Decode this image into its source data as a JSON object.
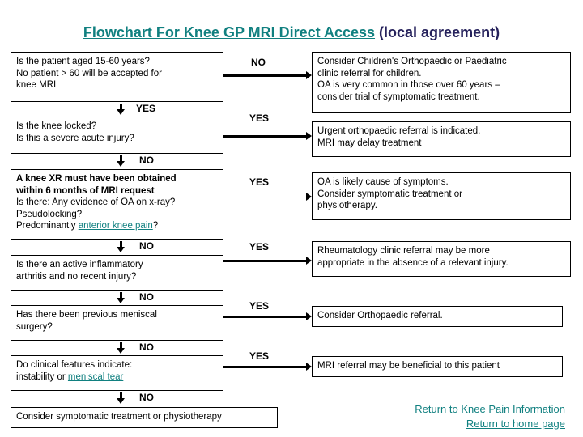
{
  "title": {
    "link_text": "Flowchart For Knee GP MRI Direct Access",
    "tail_text": " (local agreement)"
  },
  "colors": {
    "link": "#118080",
    "title_tail": "#26225c",
    "box_border": "#000000",
    "text": "#000000"
  },
  "questions": [
    {
      "id": "age",
      "lines": [
        "Is the patient aged 15-60 years?",
        "No patient > 60 will be accepted for",
        "knee MRI"
      ]
    },
    {
      "id": "locked",
      "lines": [
        "Is the knee locked?",
        "Is this a severe acute injury?"
      ]
    },
    {
      "id": "xray",
      "bold_lines": [
        "A knee XR must have been obtained",
        "within 6 months of MRI request"
      ],
      "lines": [
        "Is there: Any evidence of OA on x-ray?",
        "Pseudolocking?"
      ],
      "link_line": {
        "prefix": "Predominantly ",
        "link": "anterior knee pain",
        "suffix": "?"
      }
    },
    {
      "id": "arthritis",
      "lines": [
        "Is there an active inflammatory",
        "arthritis and no recent injury?"
      ]
    },
    {
      "id": "meniscal-surgery",
      "lines": [
        "Has there been previous meniscal",
        "surgery?"
      ]
    },
    {
      "id": "clinical-features",
      "lines": [
        "Do clinical features indicate:"
      ],
      "link_line": {
        "prefix": "instability or ",
        "link": "meniscal tear",
        "suffix": ""
      }
    }
  ],
  "terminal": {
    "lines": [
      "Consider symptomatic treatment or physiotherapy"
    ]
  },
  "outcomes": [
    {
      "id": "paediatric",
      "lines": [
        "Consider Children's Orthopaedic or Paediatric",
        "clinic referral for children.",
        "OA is very common in those over 60 years –",
        "consider trial of symptomatic treatment."
      ]
    },
    {
      "id": "urgent-ortho",
      "lines": [
        "Urgent orthopaedic referral is indicated.",
        "MRI may delay treatment"
      ]
    },
    {
      "id": "oa-likely",
      "lines": [
        "OA is likely cause of symptoms.",
        "Consider symptomatic treatment or",
        "physiotherapy."
      ]
    },
    {
      "id": "rheumatology",
      "lines": [
        "Rheumatology clinic referral may be more",
        "appropriate in the absence of a relevant injury."
      ]
    },
    {
      "id": "orthopaedic",
      "lines": [
        "Consider Orthopaedic referral."
      ]
    },
    {
      "id": "mri",
      "lines": [
        "MRI referral may be beneficial to this patient"
      ]
    }
  ],
  "branch_labels": {
    "side": [
      "NO",
      "YES",
      "YES",
      "YES",
      "YES",
      "YES"
    ],
    "down": [
      "YES",
      "NO",
      "NO",
      "NO",
      "NO",
      "NO"
    ]
  },
  "footer": {
    "links": [
      "Return to Knee Pain Information",
      "Return to home page"
    ]
  }
}
